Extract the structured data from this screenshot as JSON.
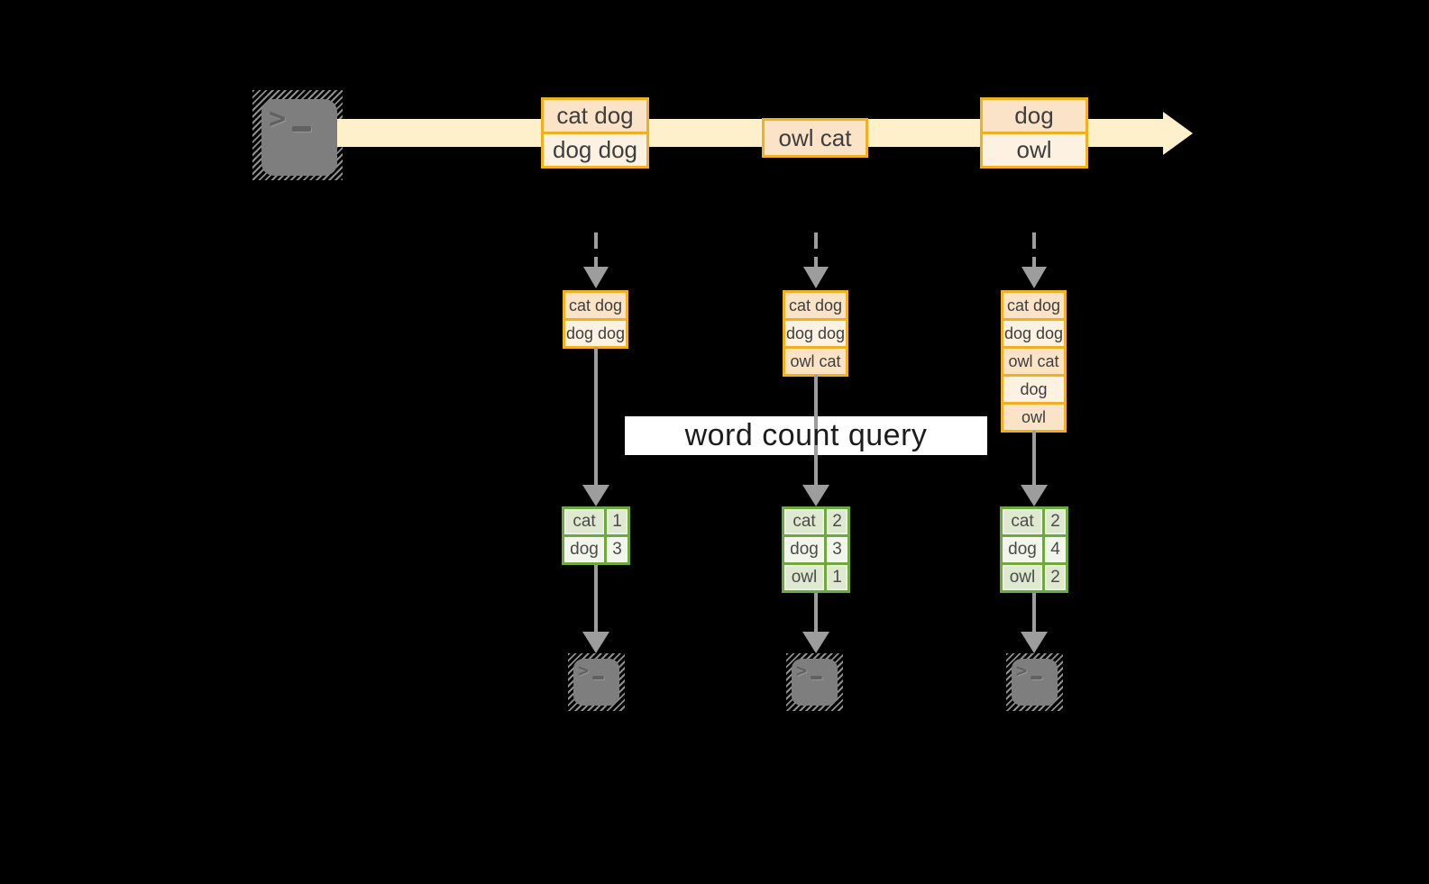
{
  "query_label": "word count query",
  "stream_boxes": [
    {
      "rows": [
        "cat dog",
        "dog dog"
      ]
    },
    {
      "rows": [
        "owl cat"
      ]
    },
    {
      "rows": [
        "dog",
        "owl"
      ]
    }
  ],
  "buffers": [
    {
      "rows": [
        "cat dog",
        "dog dog"
      ]
    },
    {
      "rows": [
        "cat dog",
        "dog dog",
        "owl cat"
      ]
    },
    {
      "rows": [
        "cat dog",
        "dog dog",
        "owl cat",
        "dog",
        "owl"
      ]
    }
  ],
  "count_tables": [
    {
      "rows": [
        {
          "word": "cat",
          "count": 1
        },
        {
          "word": "dog",
          "count": 3
        }
      ]
    },
    {
      "rows": [
        {
          "word": "cat",
          "count": 2
        },
        {
          "word": "dog",
          "count": 3
        },
        {
          "word": "owl",
          "count": 1
        }
      ]
    },
    {
      "rows": [
        {
          "word": "cat",
          "count": 2
        },
        {
          "word": "dog",
          "count": 4
        },
        {
          "word": "owl",
          "count": 2
        }
      ]
    }
  ],
  "icons": {
    "source_terminal": "terminal-icon",
    "output_terminal": "terminal-icon",
    "prompt_chevron": ">"
  },
  "colors": {
    "background": "#000000",
    "stream_band": "#fdf0cb",
    "gold_border": "#efb122",
    "record_peach": "#fae3c6",
    "record_cream": "#fdf2e2",
    "green_border": "#6fa83c",
    "green_cell": "#dfe9d1",
    "green_cell_light": "#f1f6ea",
    "arrow_gray": "#9d9d9d",
    "terminal_gray": "#7e7e7e",
    "label_background": "#ffffff"
  }
}
